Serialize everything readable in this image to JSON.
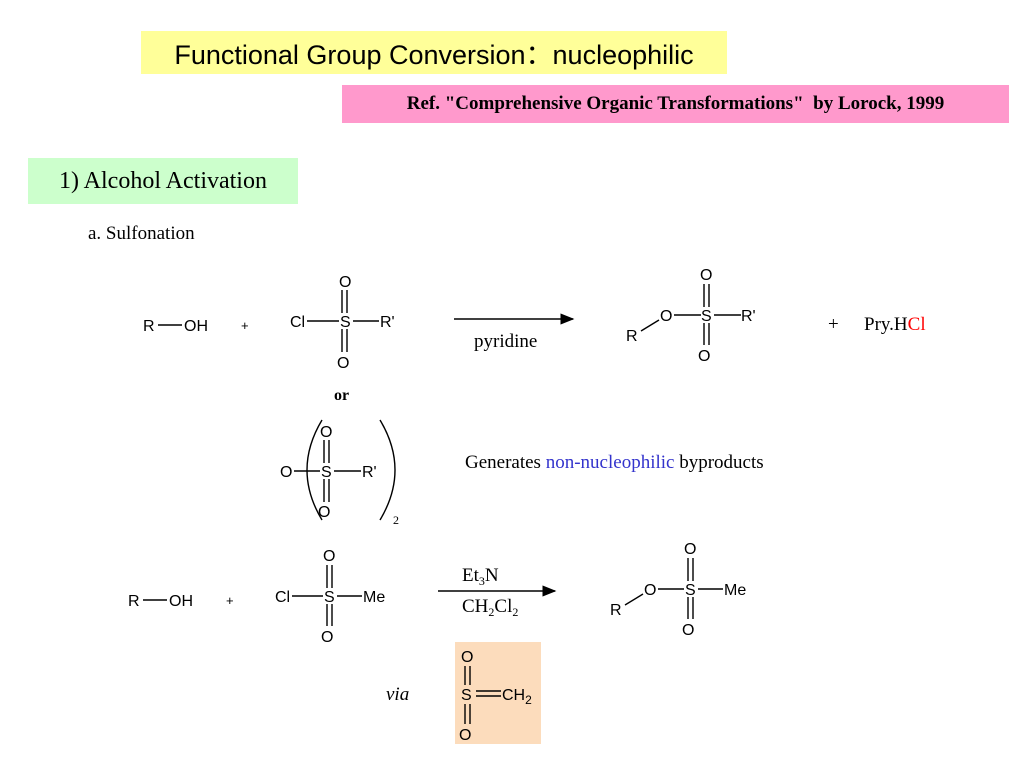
{
  "title": "Functional Group Conversion：nucleophilic",
  "reference": "Ref. \"Comprehensive Organic Transformations\"  by Lorock, 1999",
  "section": "1) Alcohol Activation",
  "subsection": "a. Sulfonation",
  "atoms": {
    "R": "R",
    "OH": "OH",
    "O": "O",
    "S": "S",
    "Cl": "Cl",
    "R_prime": "R'",
    "Me": "Me",
    "CH": "CH",
    "H": "H",
    "N": "N",
    "C": "C"
  },
  "reaction1": {
    "plus": "+",
    "reagent": "pyridine",
    "or": "or",
    "anhydride_subscript": "2",
    "byproduct_plus": "+",
    "byproduct_prefix": "Pry.H",
    "byproduct_cl": "Cl",
    "byproduct_cl_color": "#ff0000",
    "note_prefix": "Generates ",
    "note_highlight": "non-nucleophilic",
    "note_highlight_color": "#3333cc",
    "note_suffix": " byproducts"
  },
  "reaction2": {
    "plus": "+",
    "reagent_top_prefix": "Et",
    "reagent_top_sub": "3",
    "reagent_bottom_prefix": "CH",
    "reagent_bottom_sub1": "2",
    "reagent_bottom_mid": "Cl",
    "reagent_bottom_sub2": "2",
    "via": "via",
    "sulfene_sub": "2"
  },
  "colors": {
    "title_bg": "#ffff99",
    "reference_bg": "#ff99cc",
    "section_bg": "#ccffcc",
    "via_box_bg": "#fcdcbc"
  }
}
